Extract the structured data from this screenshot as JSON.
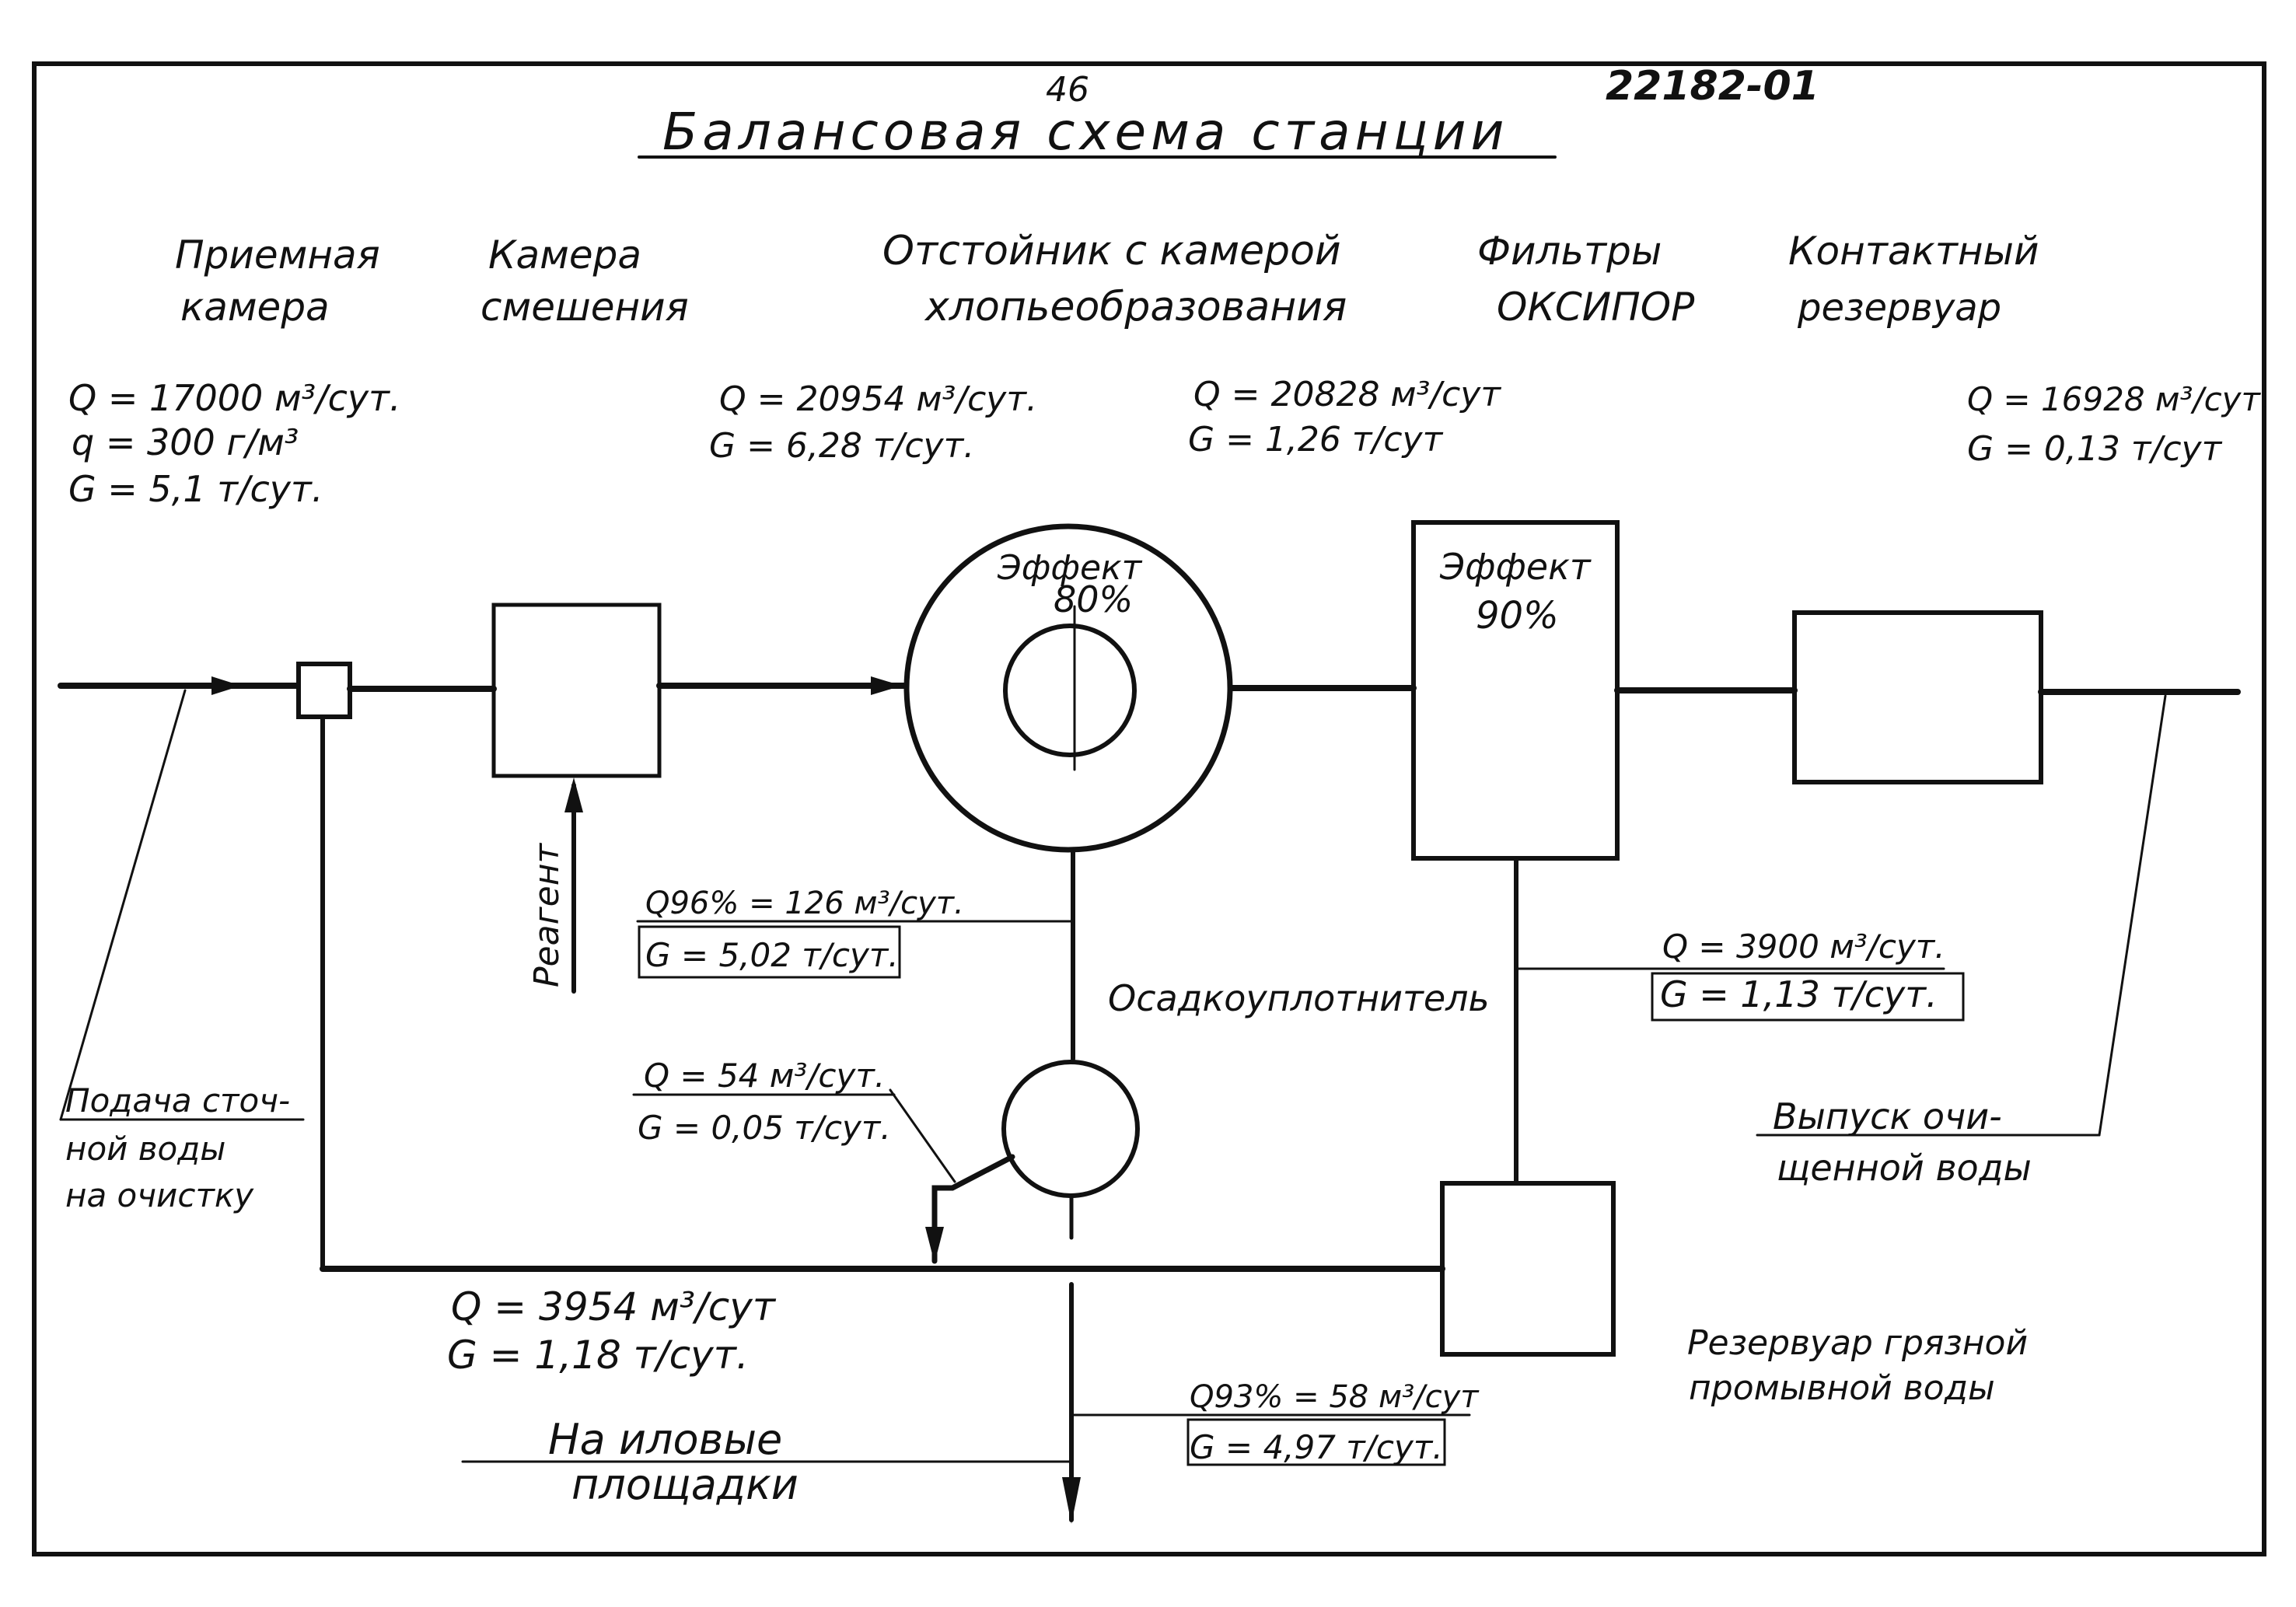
{
  "header": {
    "page_number": "46",
    "doc_code": "22182-01",
    "title": "Балансовая схема станции"
  },
  "stages": {
    "intake": [
      "Приемная",
      "камера"
    ],
    "mixing": [
      "Камера",
      "смешения"
    ],
    "settler": [
      "Отстойник с камерой",
      "хлопьеобразования"
    ],
    "filters": [
      "Фильтры",
      "ОКСИПОР"
    ],
    "contact": [
      "Контактный",
      "резервуар"
    ]
  },
  "flows": {
    "inlet": [
      "Q = 17000 м³/сут.",
      "q = 300 г/м³",
      "G = 5,1 т/сут."
    ],
    "after_mixing": [
      "Q = 20954 м³/сут.",
      "G = 6,28 т/сут."
    ],
    "after_settler": [
      "Q = 20828 м³/сут",
      "G = 1,26 т/сут"
    ],
    "outlet": [
      "Q = 16928 м³/сут.",
      "G = 0,13 т/сут"
    ],
    "settler_sludge": [
      "Q96% = 126 м³/сут.",
      "G = 5,02 т/сут."
    ],
    "filter_wash": [
      "Q = 3900 м³/сут.",
      "G = 1,13 т/сут."
    ],
    "thickener_return": [
      "Q = 54 м³/сут.",
      "G = 0,05 т/сут."
    ],
    "return_line": [
      "Q = 3954 м³/сут",
      "G = 1,18 т/сут."
    ],
    "to_beds": [
      "Q93% = 58 м³/сут",
      "G = 4,97 т/сут."
    ]
  },
  "labels": {
    "effect_settler": [
      "Эффект",
      "80%"
    ],
    "effect_filter": [
      "Эффект",
      "90%"
    ],
    "reagent": "Реагент",
    "thickener": "Осадкоуплотнитель",
    "inlet_note": [
      "Подача сточ-",
      "ной воды",
      "на очистку"
    ],
    "outlet_note": [
      "Выпуск очи-",
      "щенной воды"
    ],
    "dirty_tank": [
      "Резервуар грязной",
      "промывной воды"
    ],
    "sludge_beds": [
      "На иловые",
      "площадки"
    ]
  }
}
